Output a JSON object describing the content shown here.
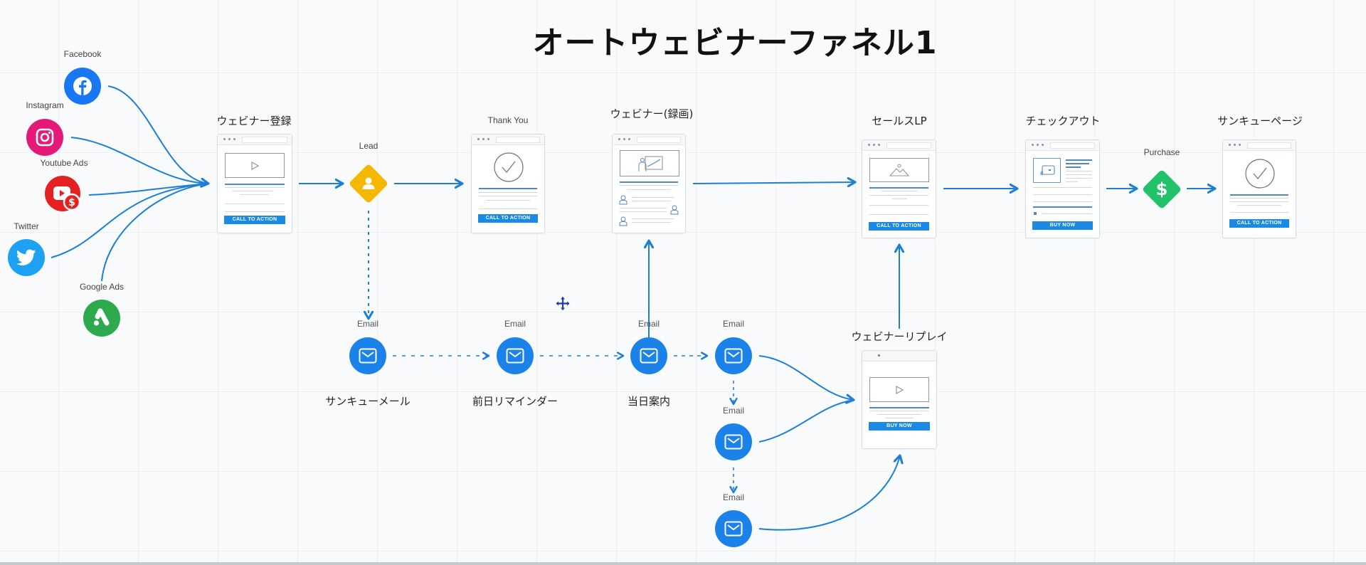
{
  "title": "オートウェビナーファネル1",
  "colors": {
    "accent": "#1a8ae5",
    "arrow": "#1c7fd6",
    "facebook": "#1877f2",
    "instagram": "#e4197a",
    "youtube": "#e52020",
    "twitter": "#1da1f2",
    "google_ads": "#2fa94e",
    "lead": "#f5b800",
    "purchase": "#22c26a",
    "email": "#1a82e8"
  },
  "sources": [
    {
      "label": "Facebook",
      "icon": "facebook-icon"
    },
    {
      "label": "Instagram",
      "icon": "instagram-icon"
    },
    {
      "label": "Youtube Ads",
      "icon": "youtube-ads-icon"
    },
    {
      "label": "Twitter",
      "icon": "twitter-icon"
    },
    {
      "label": "Google Ads",
      "icon": "google-ads-icon"
    }
  ],
  "pages": {
    "registration": {
      "label": "ウェビナー登録",
      "cta": "CALL TO ACTION",
      "icon": "play-icon"
    },
    "thank_you": {
      "label": "Thank You",
      "cta": "CALL TO ACTION",
      "icon": "check-circle-icon"
    },
    "webinar_recorded": {
      "label": "ウェビナー(録画)",
      "icon": "presentation-icon"
    },
    "sales_lp": {
      "label": "セールスLP",
      "cta": "CALL TO ACTION",
      "icon": "image-icon"
    },
    "checkout": {
      "label": "チェックアウト",
      "cta": "BUY NOW",
      "icon": "credit-card-icon"
    },
    "thanks_page": {
      "label": "サンキューページ",
      "cta": "CALL TO ACTION",
      "icon": "check-circle-icon"
    },
    "webinar_replay": {
      "label": "ウェビナーリプレイ",
      "cta": "BUY NOW",
      "icon": "play-icon"
    }
  },
  "events": {
    "lead": {
      "label": "Lead",
      "icon": "user-icon"
    },
    "purchase": {
      "label": "Purchase",
      "icon": "dollar-icon"
    }
  },
  "emails": [
    {
      "label": "Email",
      "caption": "サンキューメール"
    },
    {
      "label": "Email",
      "caption": "前日リマインダー"
    },
    {
      "label": "Email",
      "caption": "当日案内"
    },
    {
      "label": "Email",
      "caption": ""
    },
    {
      "label": "Email",
      "caption": ""
    },
    {
      "label": "Email",
      "caption": ""
    }
  ]
}
